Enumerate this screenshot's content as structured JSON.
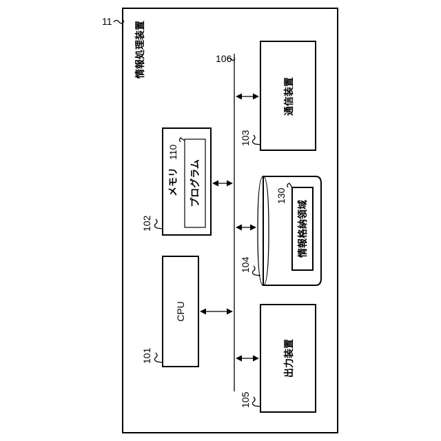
{
  "device": {
    "ref": "11",
    "title": "情報処理装置"
  },
  "bus": {
    "ref": "106"
  },
  "blocks": {
    "cpu": {
      "ref": "101",
      "label": "CPU"
    },
    "memory": {
      "ref": "102",
      "label": "メモリ"
    },
    "program": {
      "ref": "110",
      "label": "プログラム"
    },
    "communication": {
      "ref": "103",
      "label": "通信装置"
    },
    "storage": {
      "ref": "104",
      "label": ""
    },
    "storage_area": {
      "ref": "130",
      "label": "情報格納領域"
    },
    "output": {
      "ref": "105",
      "label": "出力装置"
    }
  }
}
